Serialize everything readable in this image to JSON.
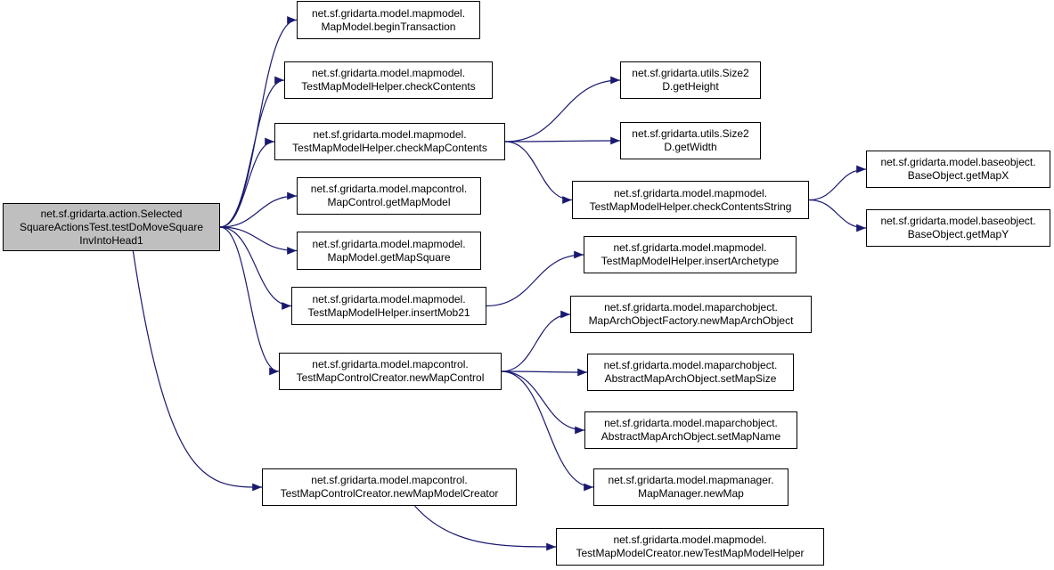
{
  "diagram": {
    "edge_color": "#191970",
    "root_fill": "#bfbfbf",
    "nodes": {
      "root": {
        "lines": [
          "net.sf.gridarta.action.Selected",
          "SquareActionsTest.testDoMoveSquare",
          "InvIntoHead1"
        ]
      },
      "bt": {
        "lines": [
          "net.sf.gridarta.model.mapmodel.",
          "MapModel.beginTransaction"
        ]
      },
      "cc": {
        "lines": [
          "net.sf.gridarta.model.mapmodel.",
          "TestMapModelHelper.checkContents"
        ]
      },
      "cmc": {
        "lines": [
          "net.sf.gridarta.model.mapmodel.",
          "TestMapModelHelper.checkMapContents"
        ]
      },
      "gmm": {
        "lines": [
          "net.sf.gridarta.model.mapcontrol.",
          "MapControl.getMapModel"
        ]
      },
      "gms": {
        "lines": [
          "net.sf.gridarta.model.mapmodel.",
          "MapModel.getMapSquare"
        ]
      },
      "im21": {
        "lines": [
          "net.sf.gridarta.model.mapmodel.",
          "TestMapModelHelper.insertMob21"
        ]
      },
      "nmc": {
        "lines": [
          "net.sf.gridarta.model.mapcontrol.",
          "TestMapControlCreator.newMapControl"
        ]
      },
      "nmmc": {
        "lines": [
          "net.sf.gridarta.model.mapcontrol.",
          "TestMapControlCreator.newMapModelCreator"
        ]
      },
      "gh": {
        "lines": [
          "net.sf.gridarta.utils.Size2",
          "D.getHeight"
        ]
      },
      "gw": {
        "lines": [
          "net.sf.gridarta.utils.Size2",
          "D.getWidth"
        ]
      },
      "ccs": {
        "lines": [
          "net.sf.gridarta.model.mapmodel.",
          "TestMapModelHelper.checkContentsString"
        ]
      },
      "ia": {
        "lines": [
          "net.sf.gridarta.model.mapmodel.",
          "TestMapModelHelper.insertArchetype"
        ]
      },
      "nmao": {
        "lines": [
          "net.sf.gridarta.model.maparchobject.",
          "MapArchObjectFactory.newMapArchObject"
        ]
      },
      "sms": {
        "lines": [
          "net.sf.gridarta.model.maparchobject.",
          "AbstractMapArchObject.setMapSize"
        ]
      },
      "smn": {
        "lines": [
          "net.sf.gridarta.model.maparchobject.",
          "AbstractMapArchObject.setMapName"
        ]
      },
      "nm": {
        "lines": [
          "net.sf.gridarta.model.mapmanager.",
          "MapManager.newMap"
        ]
      },
      "ntmmh": {
        "lines": [
          "net.sf.gridarta.model.mapmodel.",
          "TestMapModelCreator.newTestMapModelHelper"
        ]
      },
      "gmx": {
        "lines": [
          "net.sf.gridarta.model.baseobject.",
          "BaseObject.getMapX"
        ]
      },
      "gmy": {
        "lines": [
          "net.sf.gridarta.model.baseobject.",
          "BaseObject.getMapY"
        ]
      }
    },
    "edges": [
      [
        "root",
        "bt"
      ],
      [
        "root",
        "cc"
      ],
      [
        "root",
        "cmc"
      ],
      [
        "root",
        "gmm"
      ],
      [
        "root",
        "gms"
      ],
      [
        "root",
        "im21"
      ],
      [
        "root",
        "nmc"
      ],
      [
        "root",
        "nmmc"
      ],
      [
        "cmc",
        "gh"
      ],
      [
        "cmc",
        "gw"
      ],
      [
        "cmc",
        "ccs"
      ],
      [
        "ccs",
        "gmx"
      ],
      [
        "ccs",
        "gmy"
      ],
      [
        "im21",
        "ia"
      ],
      [
        "nmc",
        "nmao"
      ],
      [
        "nmc",
        "sms"
      ],
      [
        "nmc",
        "smn"
      ],
      [
        "nmc",
        "nm"
      ],
      [
        "nmmc",
        "ntmmh"
      ]
    ]
  }
}
